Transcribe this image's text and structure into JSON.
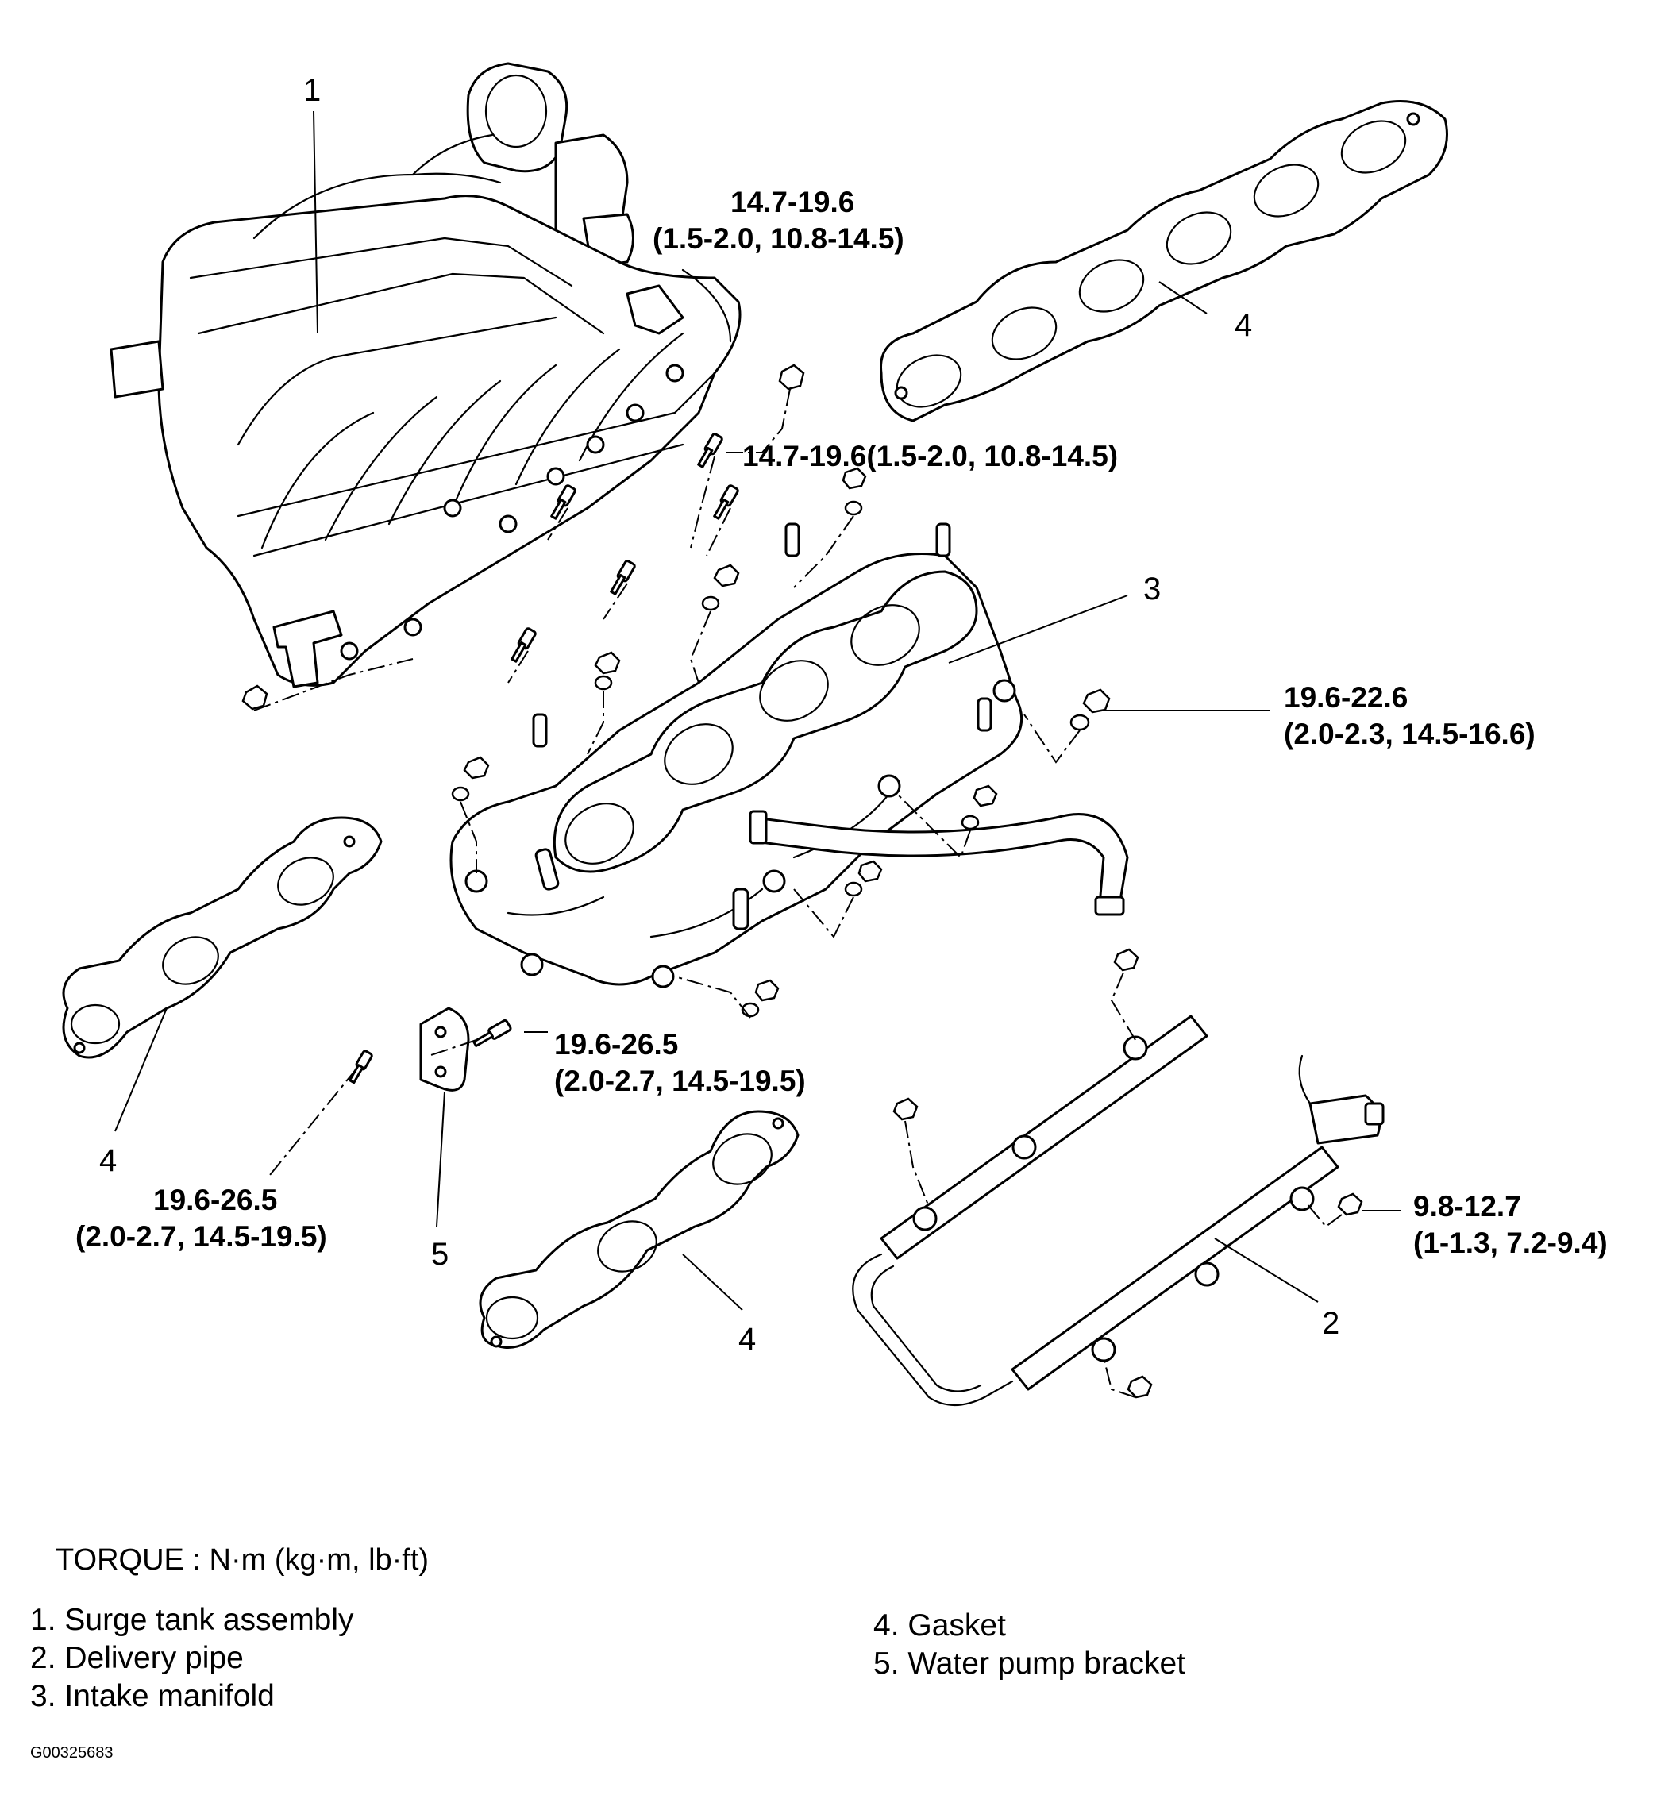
{
  "callouts": {
    "part_1": "1",
    "part_2": "2",
    "part_3": "3",
    "part_4_top": "4",
    "part_4_left": "4",
    "part_4_bottom": "4",
    "part_5": "5"
  },
  "torques": {
    "top_line1": "14.7-19.6",
    "top_line2": "(1.5-2.0, 10.8-14.5)",
    "mid": "14.7-19.6(1.5-2.0, 10.8-14.5)",
    "right_line1": "19.6-22.6",
    "right_line2": "(2.0-2.3, 14.5-16.6)",
    "bracket_line1": "19.6-26.5",
    "bracket_line2": "(2.0-2.7, 14.5-19.5)",
    "left_line1": "19.6-26.5",
    "left_line2": "(2.0-2.7, 14.5-19.5)",
    "pipe_line1": "9.8-12.7",
    "pipe_line2": "(1-1.3, 7.2-9.4)"
  },
  "legend": {
    "torque_unit": "TORQUE : N·m (kg·m, lb·ft)",
    "items_left": [
      "1. Surge tank assembly",
      "2. Delivery pipe",
      "3. Intake manifold"
    ],
    "items_right": [
      "4. Gasket",
      "5. Water pump bracket"
    ],
    "figure_id": "G00325683"
  }
}
